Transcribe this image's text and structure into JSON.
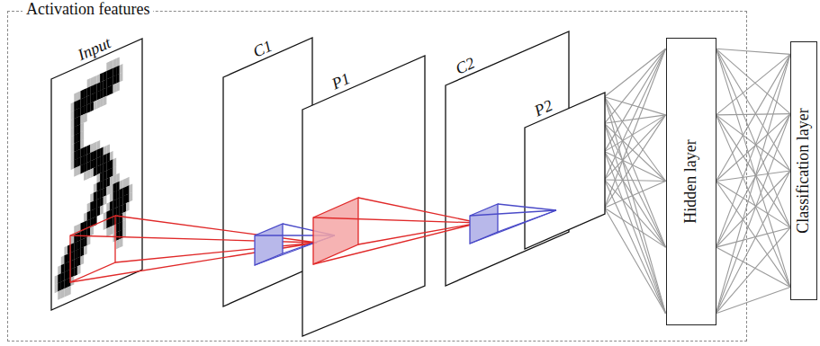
{
  "diagram": {
    "nodes": [
      {
        "text": [
          "Activation features"
        ]
      },
      {
        "text": [
          "Input"
        ],
        "in": 0
      },
      {
        "text": [
          "C1"
        ],
        "in": 0
      },
      {
        "text": [
          "P1"
        ],
        "in": 0
      },
      {
        "text": [
          "C2"
        ],
        "in": 0
      },
      {
        "text": [
          "P2"
        ],
        "in": 0
      },
      {
        "text": [
          "Hidden layer"
        ],
        "in": 0
      },
      {
        "text": [
          "Classification layer"
        ]
      }
    ],
    "edges": [
      {
        "from": 5,
        "to": 6,
        "arrow": "none"
      },
      {
        "from": 6,
        "to": 7,
        "arrow": "none"
      }
    ]
  }
}
